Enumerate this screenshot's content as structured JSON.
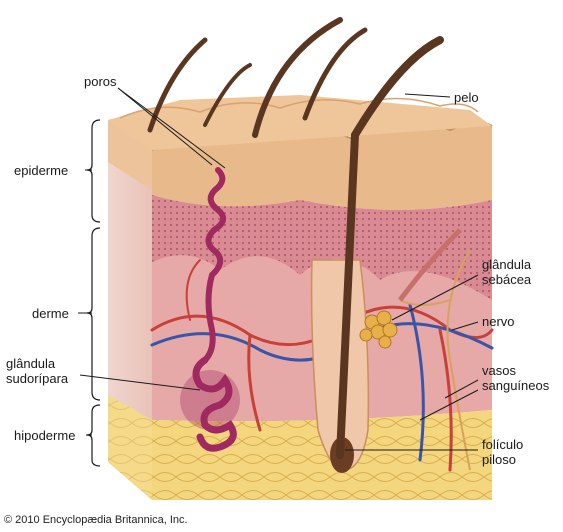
{
  "labels": {
    "poros": "poros",
    "pelo": "pelo",
    "epiderme": "epiderme",
    "derme": "derme",
    "hipoderme": "hipoderme",
    "glandula_sudoripara_1": "glândula",
    "glandula_sudoripara_2": "sudorípara",
    "glandula_sebacea_1": "glândula",
    "glandula_sebacea_2": "sebácea",
    "nervo": "nervo",
    "vasos_1": "vasos",
    "vasos_2": "sanguíneos",
    "foliculo_1": "folículo",
    "foliculo_2": "piloso"
  },
  "copyright": "© 2010 Encyclopædia Britannica, Inc.",
  "colors": {
    "epidermis": "#e8b98a",
    "dermis": "#e6a9a8",
    "hypodermis": "#f2d479",
    "gland": "#a02a60",
    "hair": "#5a3520",
    "artery": "#c8403a",
    "vein": "#3a55a8"
  }
}
